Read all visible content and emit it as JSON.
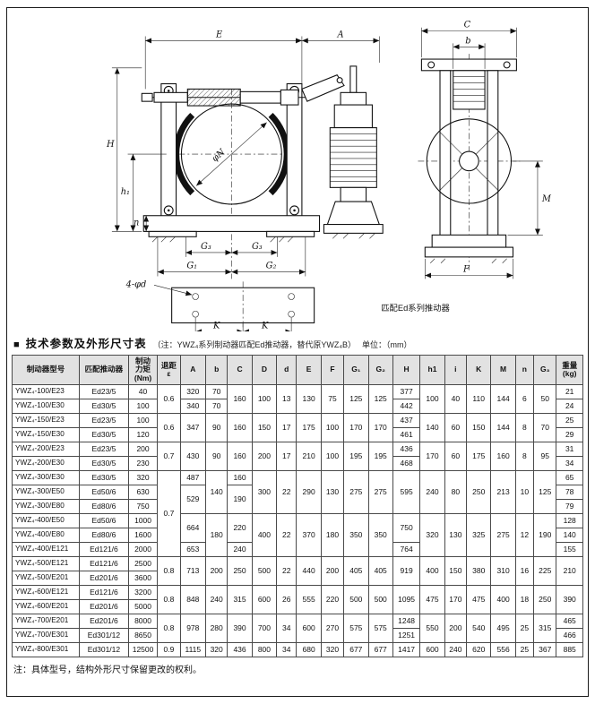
{
  "page": {
    "bullet": "■",
    "section_title": "技术参数及外形尺寸表",
    "section_note": "（注：YWZ₄系列制动器匹配Ed推动器，替代原YWZ₄B）",
    "unit_note": "单位：（mm）",
    "footer_note": "注：具体型号，结构外形尺寸保留更改的权利。"
  },
  "drawing": {
    "caption": "匹配Ed系列推动器",
    "dims": {
      "E": "E",
      "A": "A",
      "C": "C",
      "b": "b",
      "H": "H",
      "h1": "h₁",
      "n": "n",
      "phiN": "φN",
      "M": "M",
      "F": "F",
      "G1": "G₁",
      "G2": "G₂",
      "G3a": "G₃",
      "G3b": "G₃",
      "Ka": "K",
      "Kb": "K",
      "bolt_holes": "4-φd"
    }
  },
  "table": {
    "headers": [
      "制动器型号",
      "匹配推动器",
      "制动\n力矩\n(Nm)",
      "退距\nε",
      "A",
      "b",
      "C",
      "D",
      "d",
      "E",
      "F",
      "G₁",
      "G₂",
      "H",
      "h1",
      "i",
      "K",
      "M",
      "n",
      "G₃",
      "重量\n(kg)"
    ],
    "rows": [
      [
        "YWZ₄-100/E23",
        "Ed23/5",
        "40",
        {
          "t": "0.6",
          "r": 2
        },
        "320",
        "70",
        {
          "t": "160",
          "r": 2
        },
        {
          "t": "100",
          "r": 2
        },
        {
          "t": "13",
          "r": 2
        },
        {
          "t": "130",
          "r": 2
        },
        {
          "t": "75",
          "r": 2
        },
        {
          "t": "125",
          "r": 2
        },
        {
          "t": "125",
          "r": 2
        },
        "377",
        {
          "t": "100",
          "r": 2
        },
        {
          "t": "40",
          "r": 2
        },
        {
          "t": "110",
          "r": 2
        },
        {
          "t": "144",
          "r": 2
        },
        {
          "t": "6",
          "r": 2
        },
        {
          "t": "50",
          "r": 2
        },
        "21"
      ],
      [
        "YWZ₄-100/E30",
        "Ed30/5",
        "100",
        "340",
        "70",
        "442",
        "24"
      ],
      [
        "YWZ₄-150/E23",
        "Ed23/5",
        "100",
        {
          "t": "0.6",
          "r": 2
        },
        {
          "t": "347",
          "r": 2
        },
        {
          "t": "90",
          "r": 2
        },
        {
          "t": "160",
          "r": 2
        },
        {
          "t": "150",
          "r": 2
        },
        {
          "t": "17",
          "r": 2
        },
        {
          "t": "175",
          "r": 2
        },
        {
          "t": "100",
          "r": 2
        },
        {
          "t": "170",
          "r": 2
        },
        {
          "t": "170",
          "r": 2
        },
        "437",
        {
          "t": "140",
          "r": 2
        },
        {
          "t": "60",
          "r": 2
        },
        {
          "t": "150",
          "r": 2
        },
        {
          "t": "144",
          "r": 2
        },
        {
          "t": "8",
          "r": 2
        },
        {
          "t": "70",
          "r": 2
        },
        "25"
      ],
      [
        "YWZ₄-150/E30",
        "Ed30/5",
        "120",
        "461",
        "29"
      ],
      [
        "YWZ₄-200/E23",
        "Ed23/5",
        "200",
        {
          "t": "0.7",
          "r": 2
        },
        {
          "t": "430",
          "r": 2
        },
        {
          "t": "90",
          "r": 2
        },
        {
          "t": "160",
          "r": 2
        },
        {
          "t": "200",
          "r": 2
        },
        {
          "t": "17",
          "r": 2
        },
        {
          "t": "210",
          "r": 2
        },
        {
          "t": "100",
          "r": 2
        },
        {
          "t": "195",
          "r": 2
        },
        {
          "t": "195",
          "r": 2
        },
        "436",
        {
          "t": "170",
          "r": 2
        },
        {
          "t": "60",
          "r": 2
        },
        {
          "t": "175",
          "r": 2
        },
        {
          "t": "160",
          "r": 2
        },
        {
          "t": "8",
          "r": 2
        },
        {
          "t": "95",
          "r": 2
        },
        "31"
      ],
      [
        "YWZ₄-200/E30",
        "Ed30/5",
        "230",
        "468",
        "34"
      ],
      [
        "YWZ₄-300/E30",
        "Ed30/5",
        "320",
        {
          "t": "0.7",
          "r": 6
        },
        "487",
        {
          "t": "140",
          "r": 3
        },
        "160",
        {
          "t": "300",
          "r": 3
        },
        {
          "t": "22",
          "r": 3
        },
        {
          "t": "290",
          "r": 3
        },
        {
          "t": "130",
          "r": 3
        },
        {
          "t": "275",
          "r": 3
        },
        {
          "t": "275",
          "r": 3
        },
        {
          "t": "595",
          "r": 3
        },
        {
          "t": "240",
          "r": 3
        },
        {
          "t": "80",
          "r": 3
        },
        {
          "t": "250",
          "r": 3
        },
        {
          "t": "213",
          "r": 3
        },
        {
          "t": "10",
          "r": 3
        },
        {
          "t": "125",
          "r": 3
        },
        "65"
      ],
      [
        "YWZ₄-300/E50",
        "Ed50/6",
        "630",
        {
          "t": "529",
          "r": 2
        },
        {
          "t": "190",
          "r": 2
        },
        "78"
      ],
      [
        "YWZ₄-300/E80",
        "Ed80/6",
        "750",
        "79"
      ],
      [
        "YWZ₄-400/E50",
        "Ed50/6",
        "1000",
        {
          "t": "664",
          "r": 2
        },
        {
          "t": "180",
          "r": 3
        },
        {
          "t": "220",
          "r": 2
        },
        {
          "t": "400",
          "r": 3
        },
        {
          "t": "22",
          "r": 3
        },
        {
          "t": "370",
          "r": 3
        },
        {
          "t": "180",
          "r": 3
        },
        {
          "t": "350",
          "r": 3
        },
        {
          "t": "350",
          "r": 3
        },
        {
          "t": "750",
          "r": 2
        },
        {
          "t": "320",
          "r": 3
        },
        {
          "t": "130",
          "r": 3
        },
        {
          "t": "325",
          "r": 3
        },
        {
          "t": "275",
          "r": 3
        },
        {
          "t": "12",
          "r": 3
        },
        {
          "t": "190",
          "r": 3
        },
        "128"
      ],
      [
        "YWZ₄-400/E80",
        "Ed80/6",
        "1600",
        "140"
      ],
      [
        "YWZ₄-400/E121",
        "Ed121/6",
        "2000",
        "653",
        "240",
        "764",
        "155"
      ],
      [
        "YWZ₄-500/E121",
        "Ed121/6",
        "2500",
        {
          "t": "0.8",
          "r": 2
        },
        {
          "t": "713",
          "r": 2
        },
        {
          "t": "200",
          "r": 2
        },
        {
          "t": "250",
          "r": 2
        },
        {
          "t": "500",
          "r": 2
        },
        {
          "t": "22",
          "r": 2
        },
        {
          "t": "440",
          "r": 2
        },
        {
          "t": "200",
          "r": 2
        },
        {
          "t": "405",
          "r": 2
        },
        {
          "t": "405",
          "r": 2
        },
        {
          "t": "919",
          "r": 2
        },
        {
          "t": "400",
          "r": 2
        },
        {
          "t": "150",
          "r": 2
        },
        {
          "t": "380",
          "r": 2
        },
        {
          "t": "310",
          "r": 2
        },
        {
          "t": "16",
          "r": 2
        },
        {
          "t": "225",
          "r": 2
        },
        {
          "t": "210",
          "r": 2
        }
      ],
      [
        "YWZ₄-500/E201",
        "Ed201/6",
        "3600"
      ],
      [
        "YWZ₄-600/E121",
        "Ed121/6",
        "3200",
        {
          "t": "0.8",
          "r": 2
        },
        {
          "t": "848",
          "r": 2
        },
        {
          "t": "240",
          "r": 2
        },
        {
          "t": "315",
          "r": 2
        },
        {
          "t": "600",
          "r": 2
        },
        {
          "t": "26",
          "r": 2
        },
        {
          "t": "555",
          "r": 2
        },
        {
          "t": "220",
          "r": 2
        },
        {
          "t": "500",
          "r": 2
        },
        {
          "t": "500",
          "r": 2
        },
        {
          "t": "1095",
          "r": 2
        },
        {
          "t": "475",
          "r": 2
        },
        {
          "t": "170",
          "r": 2
        },
        {
          "t": "475",
          "r": 2
        },
        {
          "t": "400",
          "r": 2
        },
        {
          "t": "18",
          "r": 2
        },
        {
          "t": "250",
          "r": 2
        },
        {
          "t": "390",
          "r": 2
        }
      ],
      [
        "YWZ₄-600/E201",
        "Ed201/6",
        "5000"
      ],
      [
        "YWZ₄-700/E201",
        "Ed201/6",
        "8000",
        {
          "t": "0.8",
          "r": 2
        },
        {
          "t": "978",
          "r": 2
        },
        {
          "t": "280",
          "r": 2
        },
        {
          "t": "390",
          "r": 2
        },
        {
          "t": "700",
          "r": 2
        },
        {
          "t": "34",
          "r": 2
        },
        {
          "t": "600",
          "r": 2
        },
        {
          "t": "270",
          "r": 2
        },
        {
          "t": "575",
          "r": 2
        },
        {
          "t": "575",
          "r": 2
        },
        "1248",
        {
          "t": "550",
          "r": 2
        },
        {
          "t": "200",
          "r": 2
        },
        {
          "t": "540",
          "r": 2
        },
        {
          "t": "495",
          "r": 2
        },
        {
          "t": "25",
          "r": 2
        },
        {
          "t": "315",
          "r": 2
        },
        "465"
      ],
      [
        "YWZ₄-700/E301",
        "Ed301/12",
        "8650",
        "1251",
        "466"
      ],
      [
        "YWZ₄-800/E301",
        "Ed301/12",
        "12500",
        "0.9",
        "1115",
        "320",
        "436",
        "800",
        "34",
        "680",
        "320",
        "677",
        "677",
        "1417",
        "600",
        "240",
        "620",
        "556",
        "25",
        "367",
        "885"
      ]
    ]
  }
}
